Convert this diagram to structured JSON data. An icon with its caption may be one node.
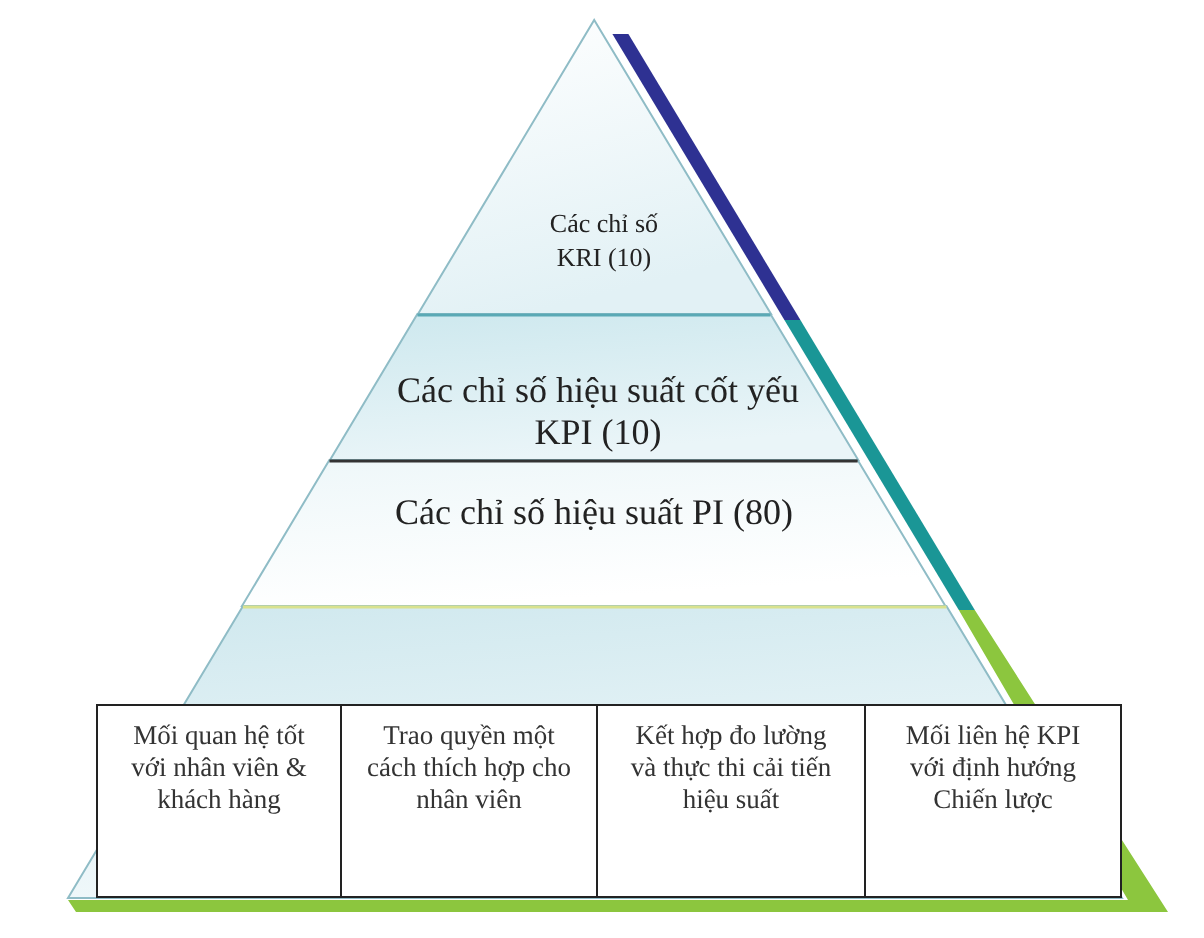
{
  "diagram": {
    "nodes": [
      {
        "text": [
          "Các chỉ số KRI (10)"
        ]
      },
      {
        "text": [
          "Các chỉ số hiệu suất cốt yếu KPI (10)"
        ]
      },
      {
        "text": [
          "Các chỉ số hiệu suất PI (80)"
        ]
      },
      {
        "text": [],
        "shape": "band"
      },
      {
        "text": [
          "Mối quan hệ tốt với nhân viên & khách hàng"
        ],
        "in": 3
      },
      {
        "text": [
          "Trao quyền một cách thích hợp cho nhân viên"
        ],
        "in": 3
      },
      {
        "text": [
          "Kết hợp đo lường và thực thi cải tiến hiệu suất"
        ],
        "in": 3
      },
      {
        "text": [
          "Mối liên hệ KPI với định hướng Chiến lược"
        ],
        "in": 3
      }
    ]
  }
}
